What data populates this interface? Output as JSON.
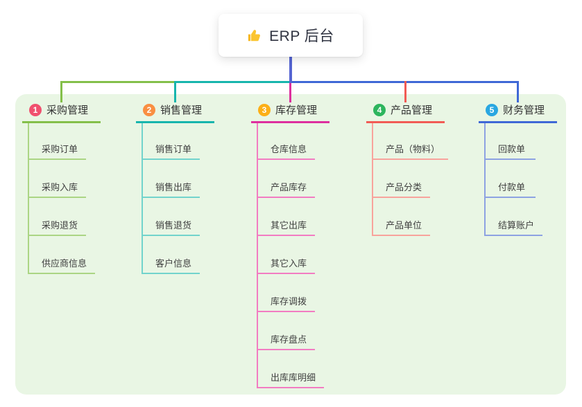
{
  "root": {
    "icon": "thumbs-up",
    "label": "ERP 后台"
  },
  "colors": {
    "page_bg": "#ffffff",
    "panel_bg": "#e9f6e4",
    "root_connector": "#5565d2",
    "root_text": "#2f3340",
    "heading_text": "#333333",
    "child_text": "#404040"
  },
  "branches": [
    {
      "badge": "1",
      "label": "采购管理",
      "badge_color": "#f0506e",
      "line_color": "#84bf4a",
      "child_line_color": "#abd584",
      "children": [
        "采购订单",
        "采购入库",
        "采购退货",
        "供应商信息"
      ]
    },
    {
      "badge": "2",
      "label": "销售管理",
      "badge_color": "#f98f42",
      "line_color": "#17b5ad",
      "child_line_color": "#72d3cc",
      "children": [
        "销售订单",
        "销售出库",
        "销售退货",
        "客户信息"
      ]
    },
    {
      "badge": "3",
      "label": "库存管理",
      "badge_color": "#dd2f9e",
      "line_color": "#dd2f9e",
      "child_line_color": "#f27cc2",
      "badge_color_note": "amber",
      "children": [
        "仓库信息",
        "产品库存",
        "其它出库",
        "其它入库",
        "库存调拨",
        "库存盘点",
        "出库库明细"
      ]
    },
    {
      "badge": "4",
      "label": "产品管理",
      "badge_color": "#2db55d",
      "line_color": "#f15b55",
      "child_line_color": "#f8a39c",
      "children": [
        "产品（物料）",
        "产品分类",
        "产品单位"
      ]
    },
    {
      "badge": "5",
      "label": "财务管理",
      "badge_color": "#29a7e1",
      "line_color": "#3f68d6",
      "child_line_color": "#8da2e2",
      "children": [
        "回款单",
        "付款单",
        "结算账户"
      ]
    }
  ],
  "badge_colors": [
    "#f0506e",
    "#f98f42",
    "#fcaf17",
    "#2db55d",
    "#29a7e1"
  ]
}
